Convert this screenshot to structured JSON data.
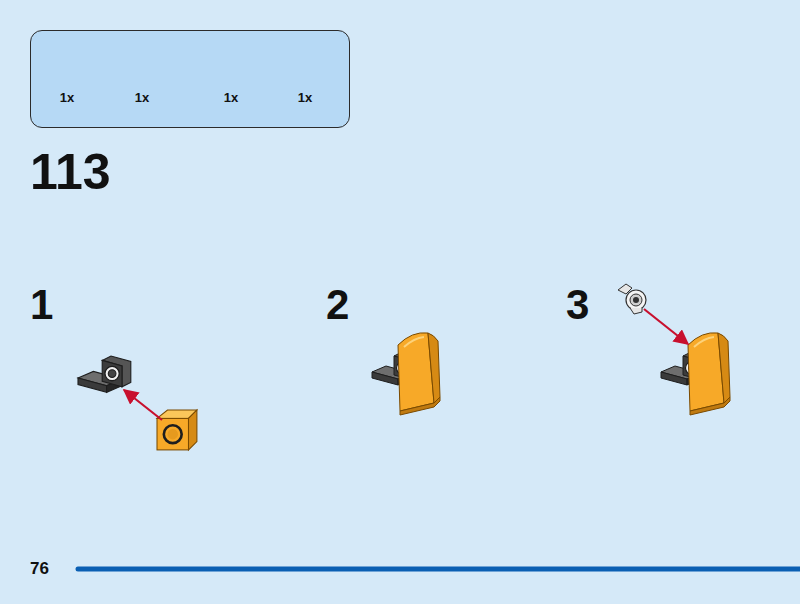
{
  "diagram": {
    "title": "113",
    "nodes": [
      {
        "text": [
          "1x",
          "1x",
          "1x",
          "1x"
        ]
      }
    ],
    "labels": [
      "1",
      "2",
      "3",
      "76"
    ]
  }
}
